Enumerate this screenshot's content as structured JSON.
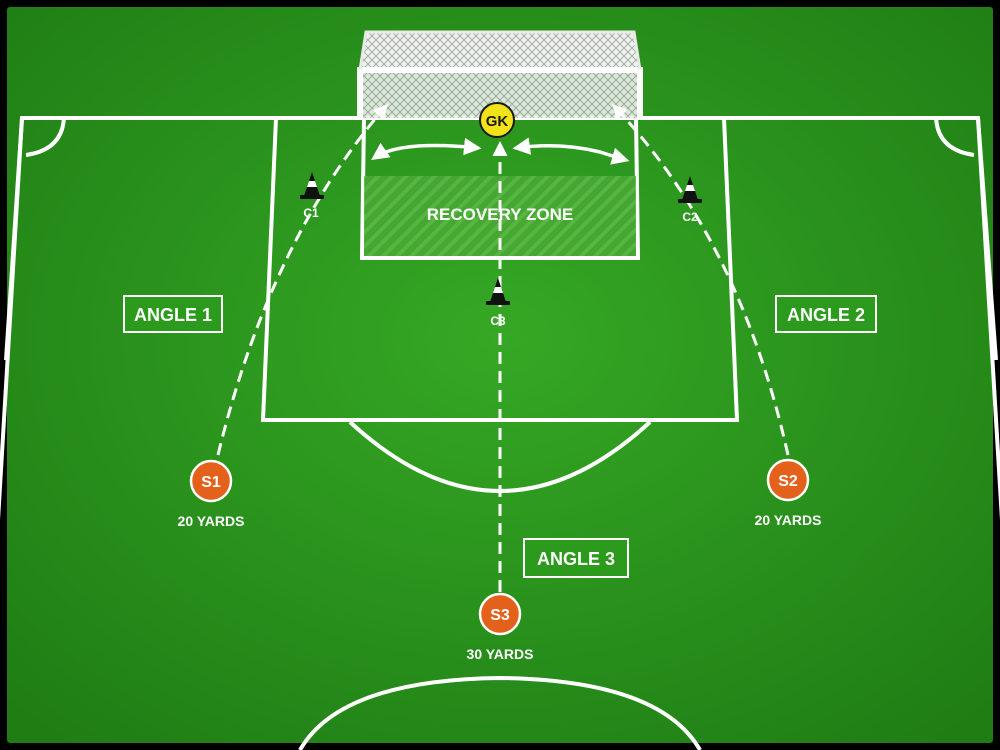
{
  "drill": {
    "zone_label": "RECOVERY ZONE",
    "goalkeeper": "GK",
    "angles": [
      "ANGLE 1",
      "ANGLE 2",
      "ANGLE 3"
    ],
    "cones": [
      "C1",
      "C2",
      "C3"
    ],
    "shooters": [
      {
        "id": "S1",
        "distance": "20 YARDS"
      },
      {
        "id": "S2",
        "distance": "20 YARDS"
      },
      {
        "id": "S3",
        "distance": "30 YARDS"
      }
    ]
  },
  "colors": {
    "grass": "#2c9a1c",
    "line": "#ffffff",
    "shooter": "#e4611b",
    "goalkeeper": "#f2e21a",
    "zone": "#4fb23a"
  }
}
